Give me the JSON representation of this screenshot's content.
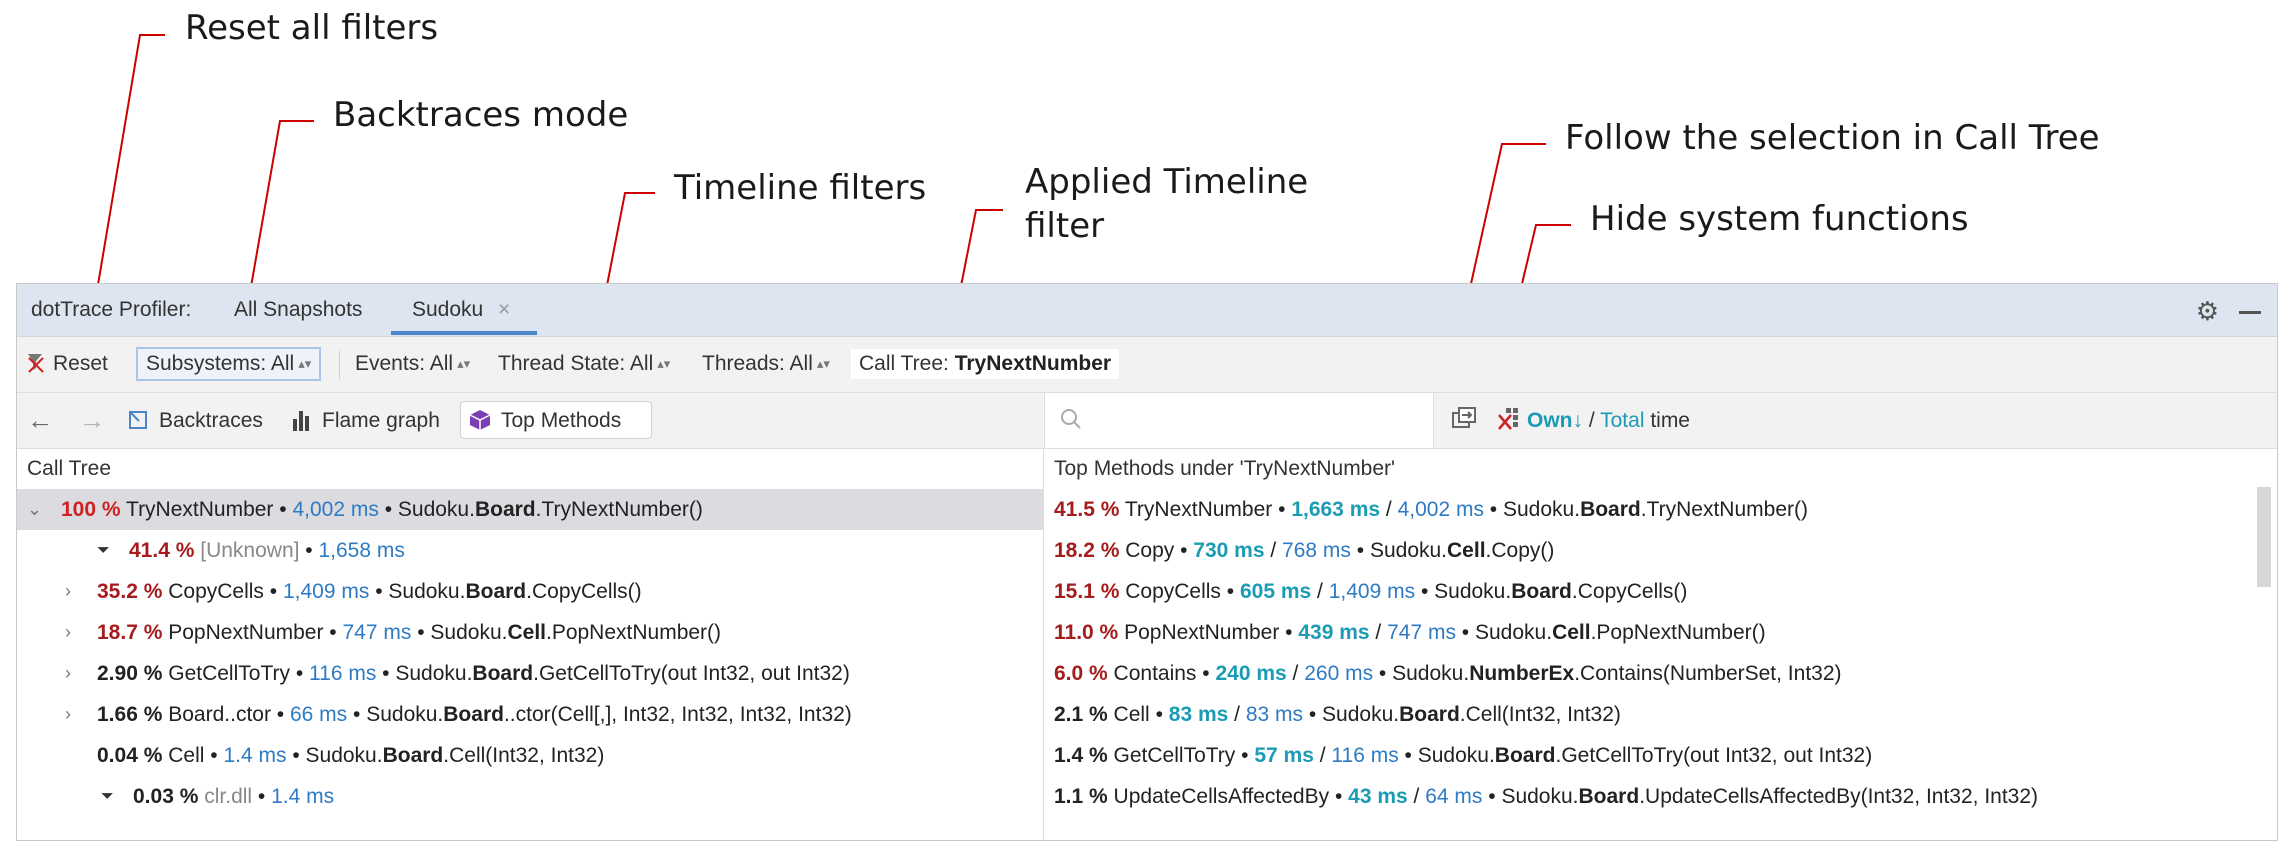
{
  "annotations": {
    "reset": "Reset all filters",
    "backtraces": "Backtraces mode",
    "timeline": "Timeline filters",
    "applied_line1": "Applied Timeline",
    "applied_line2": "filter",
    "follow": "Follow the selection in Call Tree",
    "hide": "Hide system functions"
  },
  "colors": {
    "annotation_line": "#cc0000",
    "highlight_box": "#cc0000",
    "own_time": "#1b9bb4",
    "total_time": "#2e7bc4",
    "percent": "#a61c1c"
  },
  "titlebar": {
    "app": "dotTrace Profiler:",
    "tab_all": "All Snapshots",
    "tab_sudoku": "Sudoku",
    "close_icon": "×",
    "gear_icon": "gear",
    "minimize_icon": "minimize"
  },
  "filters": {
    "reset": "Reset",
    "subsystems": "Subsystems: All",
    "events": "Events: All",
    "thread_state": "Thread State: All",
    "threads": "Threads: All",
    "call_tree_label": "Call Tree:",
    "call_tree_value": "TryNextNumber"
  },
  "toolbar": {
    "backtraces": "Backtraces",
    "flame_graph": "Flame graph",
    "top_methods": "Top Methods",
    "search_placeholder": "",
    "own": "Own↓",
    "slash": " / ",
    "total": "Total",
    "time": " time"
  },
  "left_pane": {
    "header": "Call Tree",
    "rows": [
      {
        "pct": "100 %",
        "name": "TryNextNumber",
        "ms": "4,002 ms",
        "ns": "Sudoku.",
        "cls": "Board",
        "sig": ".TryNextNumber()"
      },
      {
        "pct": "41.4 %",
        "name": "[Unknown]",
        "ms": "1,658 ms"
      },
      {
        "pct": "35.2 %",
        "name": "CopyCells",
        "ms": "1,409 ms",
        "ns": "Sudoku.",
        "cls": "Board",
        "sig": ".CopyCells()"
      },
      {
        "pct": "18.7 %",
        "name": "PopNextNumber",
        "ms": "747 ms",
        "ns": "Sudoku.",
        "cls": "Cell",
        "sig": ".PopNextNumber()"
      },
      {
        "pct": "2.90 %",
        "name": "GetCellToTry",
        "ms": "116 ms",
        "ns": "Sudoku.",
        "cls": "Board",
        "sig": ".GetCellToTry(out Int32, out Int32)"
      },
      {
        "pct": "1.66 %",
        "name": "Board..ctor",
        "ms": "66 ms",
        "ns": "Sudoku.",
        "cls": "Board",
        "sig": "..ctor(Cell[,], Int32, Int32, Int32, Int32)"
      },
      {
        "pct": "0.04 %",
        "name": "Cell",
        "ms": "1.4 ms",
        "ns": "Sudoku.",
        "cls": "Board",
        "sig": ".Cell(Int32, Int32)"
      },
      {
        "pct": "0.03 %",
        "name": "clr.dll",
        "ms": "1.4 ms"
      }
    ]
  },
  "right_pane": {
    "header": "Top Methods under 'TryNextNumber'",
    "rows": [
      {
        "pct": "41.5 %",
        "name": "TryNextNumber",
        "own": "1,663 ms",
        "total": "4,002 ms",
        "ns": "Sudoku.",
        "cls": "Board",
        "sig": ".TryNextNumber()"
      },
      {
        "pct": "18.2 %",
        "name": "Copy",
        "own": "730 ms",
        "total": "768 ms",
        "ns": "Sudoku.",
        "cls": "Cell",
        "sig": ".Copy()"
      },
      {
        "pct": "15.1 %",
        "name": "CopyCells",
        "own": "605 ms",
        "total": "1,409 ms",
        "ns": "Sudoku.",
        "cls": "Board",
        "sig": ".CopyCells()"
      },
      {
        "pct": "11.0 %",
        "name": "PopNextNumber",
        "own": "439 ms",
        "total": "747 ms",
        "ns": "Sudoku.",
        "cls": "Cell",
        "sig": ".PopNextNumber()"
      },
      {
        "pct": "6.0 %",
        "name": "Contains",
        "own": "240 ms",
        "total": "260 ms",
        "ns": "Sudoku.",
        "cls": "NumberEx",
        "sig": ".Contains(NumberSet, Int32)"
      },
      {
        "pct": "2.1 %",
        "name": "Cell",
        "own": "83 ms",
        "total": "83 ms",
        "ns": "Sudoku.",
        "cls": "Board",
        "sig": ".Cell(Int32, Int32)"
      },
      {
        "pct": "1.4 %",
        "name": "GetCellToTry",
        "own": "57 ms",
        "total": "116 ms",
        "ns": "Sudoku.",
        "cls": "Board",
        "sig": ".GetCellToTry(out Int32, out Int32)"
      },
      {
        "pct": "1.1 %",
        "name": "UpdateCellsAffectedBy",
        "own": "43 ms",
        "total": "64 ms",
        "ns": "Sudoku.",
        "cls": "Board",
        "sig": ".UpdateCellsAffectedBy(Int32, Int32, Int32)"
      }
    ]
  },
  "sep": " • "
}
